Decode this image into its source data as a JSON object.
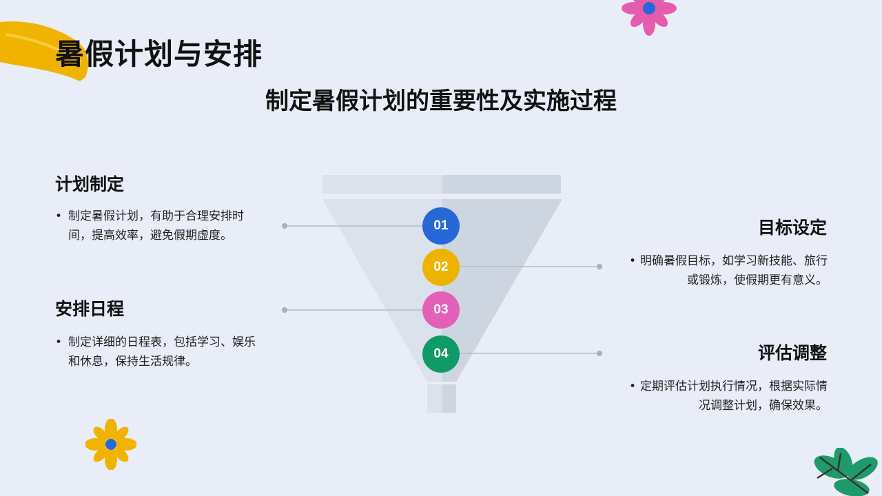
{
  "title": "暑假计划与安排",
  "subtitle": "制定暑假计划的重要性及实施过程",
  "sections": [
    {
      "title": "计划制定",
      "bullet": "制定暑假计划，有助于合理安排时间，提高效率，避免假期虚度。"
    },
    {
      "title": "目标设定",
      "bullet": "明确暑假目标，如学习新技能、旅行或锻炼，使假期更有意义。"
    },
    {
      "title": "安排日程",
      "bullet": "制定详细的日程表，包括学习、娱乐和休息，保持生活规律。"
    },
    {
      "title": "评估调整",
      "bullet": "定期评估计划执行情况，根据实际情况调整计划，确保效果。"
    }
  ],
  "bullet_symbol": "•",
  "steps": [
    {
      "number": "01",
      "color": "#2568d6"
    },
    {
      "number": "02",
      "color": "#ecb300"
    },
    {
      "number": "03",
      "color": "#e260b7"
    },
    {
      "number": "04",
      "color": "#109a68"
    }
  ]
}
